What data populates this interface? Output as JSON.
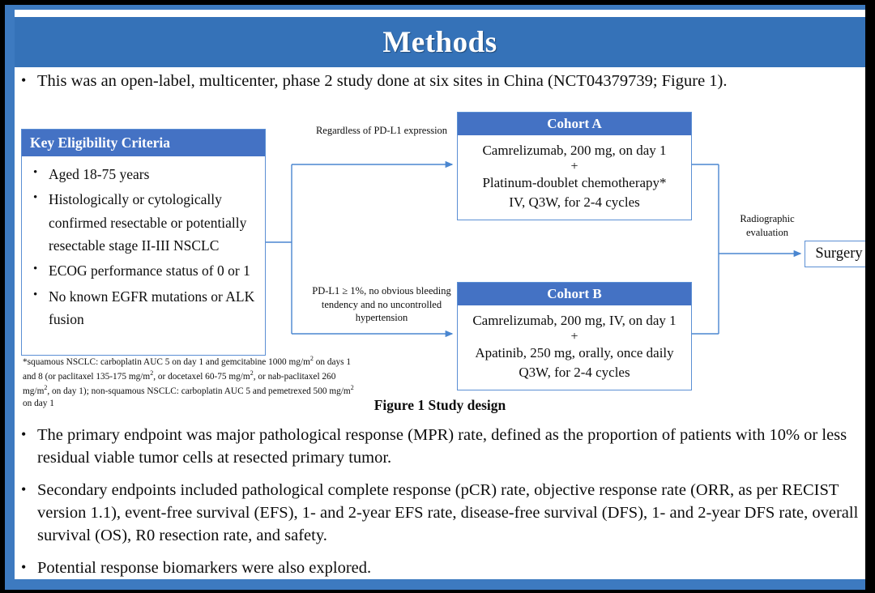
{
  "slide": {
    "title": "Methods",
    "accent_color": "#3572B8",
    "box_header_color": "#4472C4",
    "box_border_color": "#5B8FD4"
  },
  "intro_bullet": {
    "marker": "•",
    "text": "This was an open-label, multicenter, phase 2 study done at six sites in China (NCT04379739; Figure 1)."
  },
  "figure": {
    "caption": "Figure 1 Study design",
    "eligibility": {
      "header": "Key  Eligibility Criteria",
      "marker": "•",
      "items": [
        "Aged 18-75 years",
        "Histologically or cytologically confirmed resectable or potentially resectable stage II-III  NSCLC",
        "ECOG performance status of 0 or 1",
        "No known EGFR mutations or ALK fusion"
      ]
    },
    "footnote": "*squamous NSCLC: carboplatin AUC 5 on day 1 and gemcitabine 1000 mg/m2 on days 1 and 8 (or paclitaxel 135-175 mg/m2, or docetaxel 60-75 mg/m2, or nab-paclitaxel 260 mg/m2, on day 1); non-squamous NSCLC: carboplatin AUC 5 and pemetrexed 500 mg/m2 on day 1",
    "cohort_a": {
      "header": "Cohort A",
      "line1": "Camrelizumab, 200 mg, on day 1",
      "plus": "+",
      "line2": "Platinum-doublet chemotherapy*",
      "line3": "IV, Q3W, for 2-4 cycles"
    },
    "cohort_b": {
      "header": "Cohort B",
      "line1": "Camrelizumab, 200 mg, IV, on day 1",
      "plus": "+",
      "line2": "Apatinib, 250 mg, orally, once daily",
      "line3": "Q3W, for 2-4 cycles"
    },
    "labels": {
      "regardless": "Regardless  of PD-L1 expression",
      "pdl1": "PD-L1 ≥ 1%, no obvious bleeding tendency and no uncontrolled  hypertension",
      "radiographic": "Radiographic evaluation"
    },
    "surgery": "Surgery"
  },
  "bottom_bullets": {
    "marker": "•",
    "items": [
      "The primary endpoint was major pathological response (MPR) rate, defined as the proportion of patients with 10% or less residual viable tumor cells at resected primary tumor.",
      "Secondary endpoints included pathological complete response (pCR) rate, objective response rate (ORR, as per RECIST version 1.1), event-free survival (EFS), 1- and 2-year EFS rate, disease-free survival (DFS), 1- and 2-year DFS rate, overall survival (OS), R0 resection rate, and safety.",
      "Potential response biomarkers were also explored."
    ]
  }
}
